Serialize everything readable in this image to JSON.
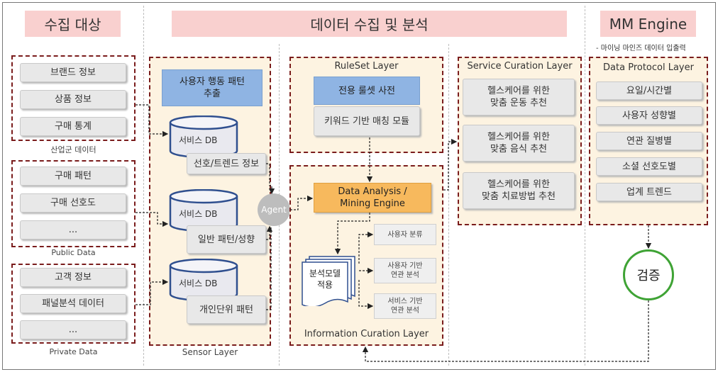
{
  "headers": {
    "collect_target": "수집 대상",
    "data_collect": "데이터 수집 및 분석",
    "mm_engine": "MM Engine"
  },
  "mm_note": "- 마이닝 마인즈 데이터 입출력",
  "sources": {
    "industry": {
      "items": [
        "브랜드 정보",
        "상품 정보",
        "구매 통계"
      ],
      "caption": "산업군 데이터"
    },
    "public": {
      "items": [
        "구매 패턴",
        "구매 선호도",
        "..."
      ],
      "caption": "Public Data"
    },
    "private": {
      "items": [
        "고객 정보",
        "패널분석 데이터",
        "..."
      ],
      "caption": "Private Data"
    }
  },
  "sensor": {
    "title": "사용자 행동 패턴\n추출",
    "db_label": "서비스 DB",
    "boxes": [
      "선호/트렌드 정보",
      "일반 패턴/성향",
      "개인단위 패턴"
    ],
    "agent": "Agent",
    "caption": "Sensor Layer"
  },
  "ruleset": {
    "title": "RuleSet Layer",
    "dict": "전용 룰셋 사전",
    "module": "키워드 기반 매칭 모듈"
  },
  "info": {
    "engine": "Data Analysis /\nMining Engine",
    "doc": "분석모델\n적용",
    "results": [
      "사용자 분류",
      "사용자 기반\n연관 분석",
      "서비스 기반\n연관 분석"
    ],
    "caption": "Information Curation Layer"
  },
  "service": {
    "title": "Service Curation Layer",
    "items": [
      "헬스케어를 위한\n맞춤 운동 추천",
      "헬스케어를 위한\n맞춤 음식 추천",
      "헬스케어를 위한\n맞춤 치료방법 추천"
    ]
  },
  "protocol": {
    "title": "Data Protocol Layer",
    "items": [
      "요일/시간별",
      "사용자 성향별",
      "연관 질병별",
      "소셜 선호도별",
      "업계 트렌드"
    ]
  },
  "verify": "검증"
}
